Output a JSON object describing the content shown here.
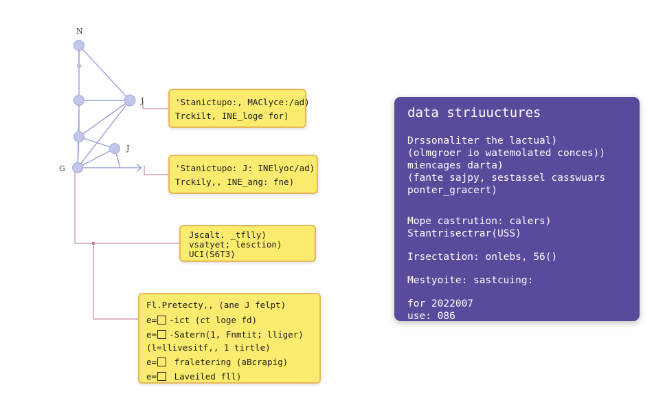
{
  "diagram": {
    "node_labels": [
      "N",
      "J",
      "J",
      "G"
    ],
    "notes": [
      {
        "lines": [
          "'Stanictupo:, MAClyce:/ad)",
          "Trckilt, INE_loge for)"
        ]
      },
      {
        "lines": [
          "'Stanictupo: J: INElyoc/ad)",
          "Trckily,, INE_ang: fne)"
        ]
      },
      {
        "lines": [
          "Jscalt. _tflly)",
          "vsatyet; lesction)",
          "UCI(S6T3)"
        ]
      },
      {
        "heading": "Fl.Pretecty,, (ane J felpt)",
        "items": [
          {
            "prefix": "e=",
            "text": "-ict (ct loge fd)"
          },
          {
            "prefix": "e=",
            "text": "-Satern(1, Fnmtit; lliger)"
          },
          {
            "prefix": "",
            "text": "(l=llivesitf,, 1 tirtle)"
          },
          {
            "prefix": "e=",
            "text": " fraletering (aBcrapig)"
          },
          {
            "prefix": "e=",
            "text": " Laveiled fll)"
          }
        ]
      }
    ]
  },
  "panel": {
    "title": "data striuuctures",
    "block1": [
      "Drssonaliter the lactual)",
      "(olmgroer io watemolated conces))",
      "miencages darta)",
      "(fante sajpy, sestassel casswuars",
      "ponter_gracert)"
    ],
    "block2": [
      "Mope castrution: calers)",
      "Stantrisectrar(USS)"
    ],
    "block3": [
      "Irsectation: onlebs, 56()"
    ],
    "block4": [
      "Mestyoite: sastcuing:"
    ],
    "block5": [
      "for 2022007",
      "use: 086"
    ]
  },
  "colors": {
    "node_fill": "#c3c6ea",
    "node_stroke": "#a3a8dc",
    "edge": "#9aa0d6",
    "connector": "#c98a9a",
    "note_fill": "#fbeb6e",
    "note_border": "#e6b85a",
    "panel_bg": "#5a4a9c"
  }
}
